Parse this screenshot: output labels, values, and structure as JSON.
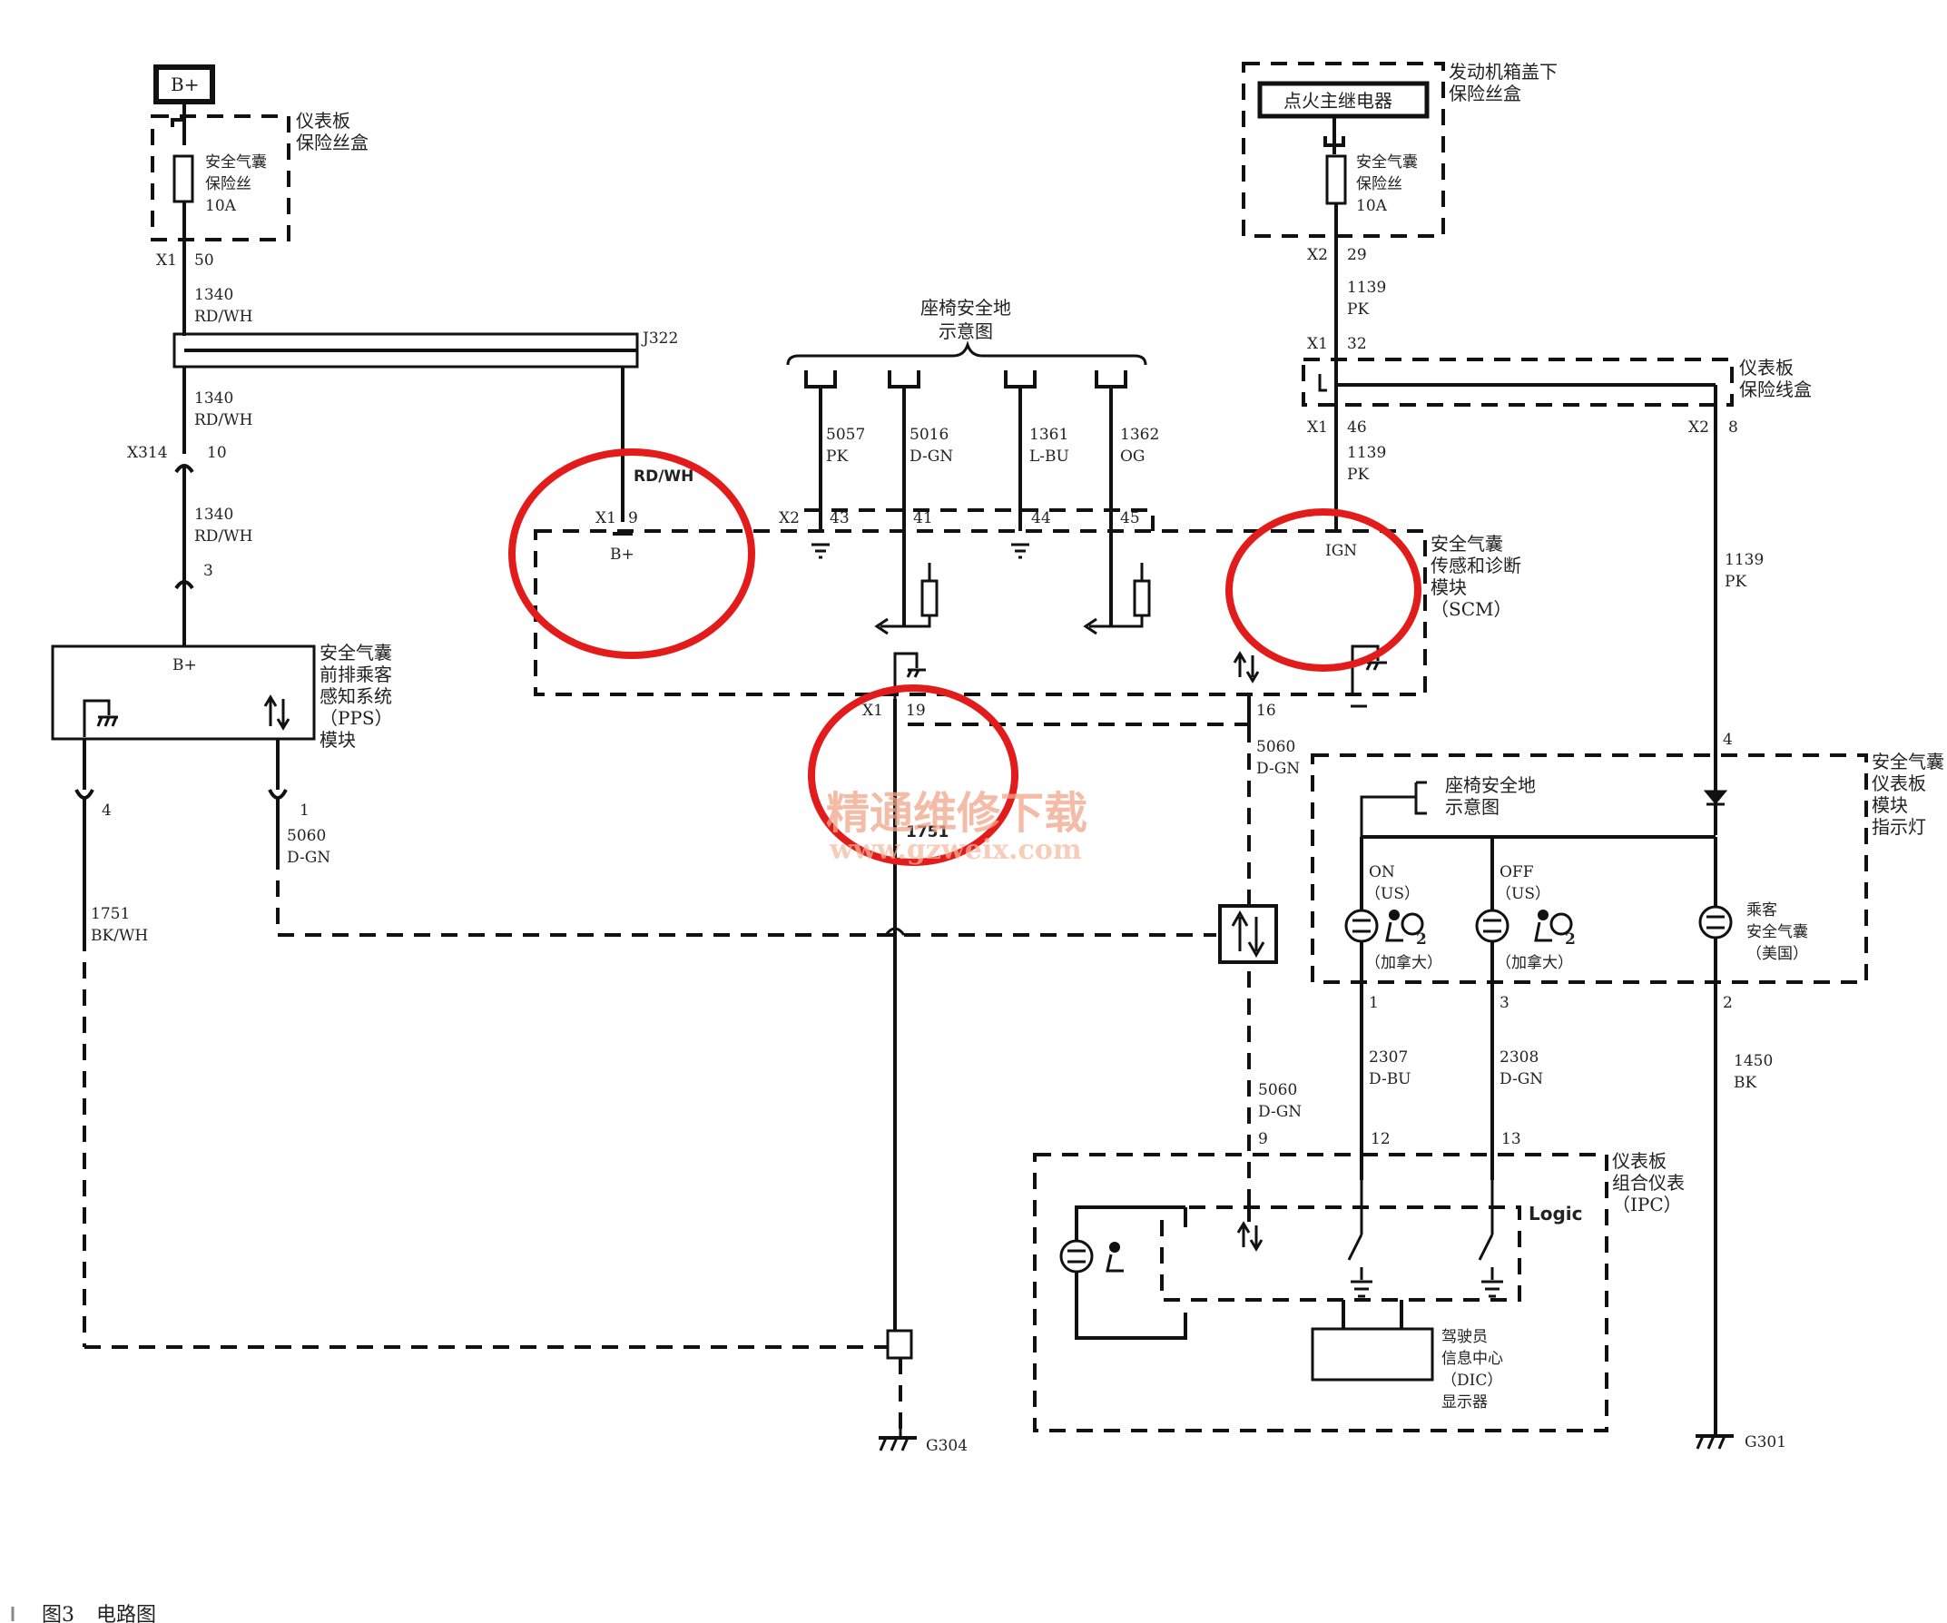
{
  "caption": {
    "figure_no": "图3",
    "title": "电路图"
  },
  "watermark": {
    "main": "精通维修下载",
    "url": "www.gzweix.com"
  },
  "left": {
    "bplus": "B+",
    "fuse_box": [
      "仪表板",
      "保险丝盒"
    ],
    "fuse_label": [
      "安全气囊",
      "保险丝",
      "10A"
    ],
    "x1": "X1",
    "x1_pin": "50",
    "w1340a": [
      "1340",
      "RD/WH"
    ],
    "j322": "J322",
    "w1340b": [
      "1340",
      "RD/WH"
    ],
    "x314": "X314",
    "x314_pin_a": "10",
    "w1340c": [
      "1340",
      "RD/WH"
    ],
    "x314_pin_b": "3",
    "pps_bplus": "B+",
    "pps_label": [
      "安全气囊",
      "前排乘客",
      "感知系统",
      "（PPS）",
      "模块"
    ],
    "pin4": "4",
    "pin1": "1",
    "w5060": [
      "5060",
      "D-GN"
    ],
    "w1751": [
      "1751",
      "BK/WH"
    ]
  },
  "center": {
    "seat_ground": [
      "座椅安全地",
      "示意图"
    ],
    "wires": [
      {
        "num": "5057",
        "color": "PK",
        "pin": "43"
      },
      {
        "num": "5016",
        "color": "D-GN",
        "pin": "41"
      },
      {
        "num": "1361",
        "color": "L-BU",
        "pin": "44"
      },
      {
        "num": "1362",
        "color": "OG",
        "pin": "45"
      }
    ],
    "x2": "X2",
    "x1": "X1",
    "x1_pin": "9",
    "bplus": "B+",
    "x1b": "X1",
    "x1b_pin": "19",
    "pin16": "16",
    "w5060": [
      "5060",
      "D-GN"
    ],
    "w1751": "1751",
    "rdwh_partial": "RD/WH",
    "g304": "G304"
  },
  "right": {
    "relay": "点火主继电器",
    "fuse_box": [
      "发动机箱盖下",
      "保险丝盒"
    ],
    "fuse_label": [
      "安全气囊",
      "保险丝",
      "10A"
    ],
    "x2": "X2",
    "x2_pin": "29",
    "w1139a": [
      "1139",
      "PK"
    ],
    "x1": "X1",
    "x1_pin": "32",
    "junction_box": [
      "仪表板",
      "保险线盒"
    ],
    "x1b": "X1",
    "x1b_pin": "46",
    "x2b": "X2",
    "x2b_pin": "8",
    "w1139b": [
      "1139",
      "PK"
    ],
    "w1139c": [
      "1139",
      "PK"
    ],
    "ign": "IGN",
    "scm_label": [
      "安全气囊",
      "传感和诊断",
      "模块",
      "（SCM）"
    ],
    "pin4": "4",
    "indicator_label": [
      "安全气囊",
      "仪表板",
      "模块",
      "指示灯"
    ],
    "seat_ground": [
      "座椅安全地",
      "示意图"
    ],
    "on_label": [
      "ON",
      "（US）",
      "（加拿大）"
    ],
    "off_label": [
      "OFF",
      "（US）",
      "（加拿大）"
    ],
    "passenger_label": [
      "乘客",
      "安全气囊",
      "（美国）"
    ],
    "pin1": "1",
    "pin3": "3",
    "pin2": "2",
    "w2307": [
      "2307",
      "D-BU"
    ],
    "w2308": [
      "2308",
      "D-GN"
    ],
    "w1450": [
      "1450",
      "BK"
    ],
    "w5060": [
      "5060",
      "D-GN"
    ],
    "ipc_pins": [
      "9",
      "12",
      "13"
    ],
    "ipc_label": [
      "仪表板",
      "组合仪表",
      "（IPC）"
    ],
    "logic": "Logic",
    "dic_label": [
      "驾驶员",
      "信息中心",
      "（DIC）",
      "显示器"
    ],
    "g301": "G301"
  }
}
